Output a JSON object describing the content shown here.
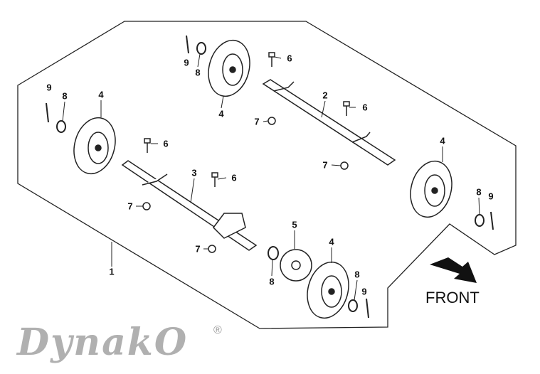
{
  "title": "Wheel / Axle parts diagram",
  "callouts": {
    "p1": "1",
    "p2": "2",
    "p3": "3",
    "p5": "5",
    "p4a": "4",
    "p4b": "4",
    "p4c": "4",
    "p4d": "4",
    "p6a": "6",
    "p6b": "6",
    "p6c": "6",
    "p6d": "6",
    "p7a": "7",
    "p7b": "7",
    "p7c": "7",
    "p7d": "7",
    "p8a": "8",
    "p8b": "8",
    "p8c": "8",
    "p8d": "8",
    "p8e": "8",
    "p9a": "9",
    "p9b": "9",
    "p9c": "9",
    "p9d": "9"
  },
  "front_label": "FRONT",
  "watermark": "DynakO",
  "registered": "®"
}
